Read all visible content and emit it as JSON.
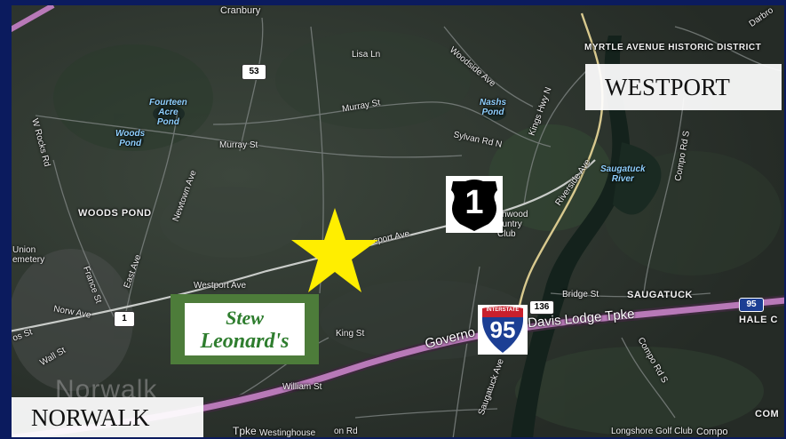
{
  "map": {
    "labels": {
      "cranbury": "Cranbury",
      "lisa_ln": "Lisa Ln",
      "woodside_ave": "Woodside Ave",
      "murray_st_upper": "Murray St",
      "murray_st_lower": "Murray St",
      "sylvan_rd_n": "Sylvan Rd N",
      "kings_hwy_n": "Kings Hwy N",
      "riverside_ave": "Riverside Ave",
      "compo_rd_s": "Compo Rd S",
      "compo_rd_s_lower": "Compo Rd S",
      "bridge_st": "Bridge St",
      "saugatuck": "SAUGATUCK",
      "hale_c": "HALE C",
      "como": "COM",
      "woods_pond": "WOODS POND",
      "newtown_ave": "Newtown Ave",
      "east_ave": "East Ave",
      "france_st": "France St",
      "w_rocks_rd": "W Rocks Rd",
      "westport_ave": "Westport Ave",
      "westport_ave_east": "sport Ave",
      "king_st": "King St",
      "william_st": "William St",
      "saugatuck_ave": "Saugatuck Ave",
      "governor_turnpike": "Governo",
      "davis_lodge": "Davis Lodge Tpke",
      "tpke": "Tpke",
      "westinghouse": "Westinghouse",
      "on_rd": "on Rd",
      "longshore": "Longshore Golf Club",
      "compo_bottom": "Compo",
      "country_club": "chwood\nountry\nClub",
      "norwalk_watermark": "Norwalk",
      "union_cemetery": "Union\nemetery",
      "norwalk_ave": "Norw Ave",
      "wall_st": "Wall St",
      "pos_st": "os St",
      "myrtle_ave": "MYRTLE AVENUE HISTORIC DISTRICT",
      "darbrook": "Darbro"
    },
    "water_labels": {
      "fourteen_acre_pond": "Fourteen\nAcre\nPond",
      "woods_pond": "Woods\nPond",
      "nashs_pond": "Nashs\nPond",
      "saugatuck_river": "Saugatuck\nRiver"
    },
    "shields": {
      "route_53": "53",
      "route_1_small": "1",
      "route_1_large": "1",
      "route_136": "136",
      "i95_top": "INTERSTATE",
      "i95_number": "95",
      "i95_small": "95"
    },
    "towns": {
      "westport": "WESTPORT",
      "norwalk": "NORWALK"
    },
    "business": {
      "line1": "Stew",
      "line2": "Leonard's"
    },
    "colors": {
      "marker": "#ffee00",
      "highway": "#b879b8",
      "brand_green": "#4d7c3a",
      "frame": "#0b1b5e"
    }
  }
}
